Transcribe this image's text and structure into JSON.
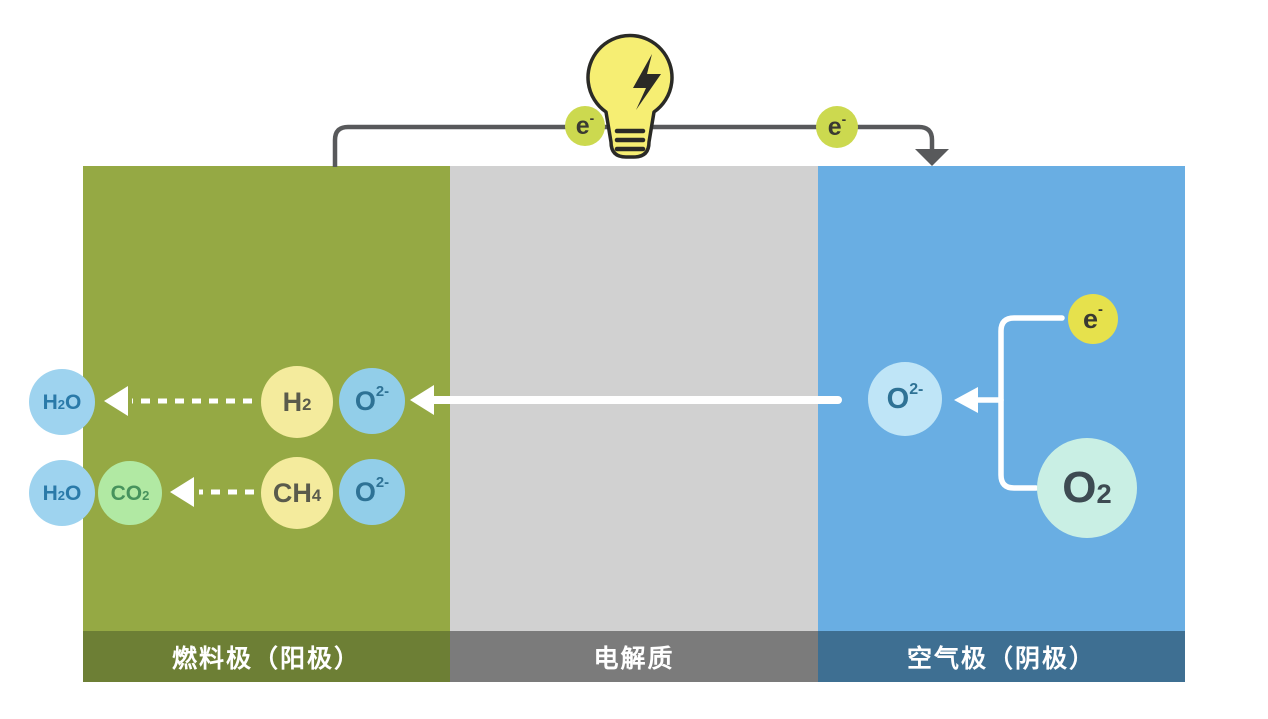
{
  "panels": {
    "anode": {
      "label": "燃料极（阳极）"
    },
    "electrolyte": {
      "label": "电解质"
    },
    "cathode": {
      "label": "空气极（阴极）"
    }
  },
  "particles": {
    "h2o_row1": {
      "pre": "H",
      "sub": "2",
      "post": "O"
    },
    "h2o_row2": {
      "pre": "H",
      "sub": "2",
      "post": "O"
    },
    "co2": {
      "pre": "CO",
      "sub": "2"
    },
    "h2": {
      "pre": "H",
      "sub": "2"
    },
    "ch4": {
      "pre": "CH",
      "sub": "4"
    },
    "o2minus_anode_row1": {
      "pre": "O",
      "sup": "2-"
    },
    "o2minus_anode_row2": {
      "pre": "O",
      "sup": "2-"
    },
    "o2minus_cathode": {
      "pre": "O",
      "sup": "2-"
    },
    "electron_wire_left": {
      "pre": "e",
      "sup": "-"
    },
    "electron_wire_right": {
      "pre": "e",
      "sup": "-"
    },
    "electron_cathode": {
      "pre": "e",
      "sup": "-"
    },
    "o2": {
      "pre": "O",
      "sub": "2"
    }
  },
  "colors": {
    "anode-bg": "#95a944",
    "anode-label-bg": "#6d7f35",
    "electrolyte-bg": "#d1d1d1",
    "electrolyte-label-bg": "#7b7b7b",
    "cathode-bg": "#69aee3",
    "cathode-label-bg": "#3e6f92",
    "wire": "#58595b",
    "bulb-yellow": "#f6ee73",
    "bulb-outline": "#2a2a26",
    "electron-lime": "#ccd94f",
    "electron-yellow": "#e6e14c",
    "electron-text": "#3a3a32",
    "water-blue": "#9ed3ef",
    "water-text": "#2a7aa9",
    "oxide-blue": "#92cee9",
    "oxide-blue-light": "#bfe5f7",
    "oxide-text": "#2e7295",
    "fuel-yellow": "#f4eb9d",
    "fuel-text": "#5a5b4c",
    "co2-green": "#b1e9a3",
    "co2-text": "#47935d",
    "o2-cyan": "#c9efe4",
    "o2-text": "#3d4b52",
    "arrow-white": "#ffffff"
  }
}
